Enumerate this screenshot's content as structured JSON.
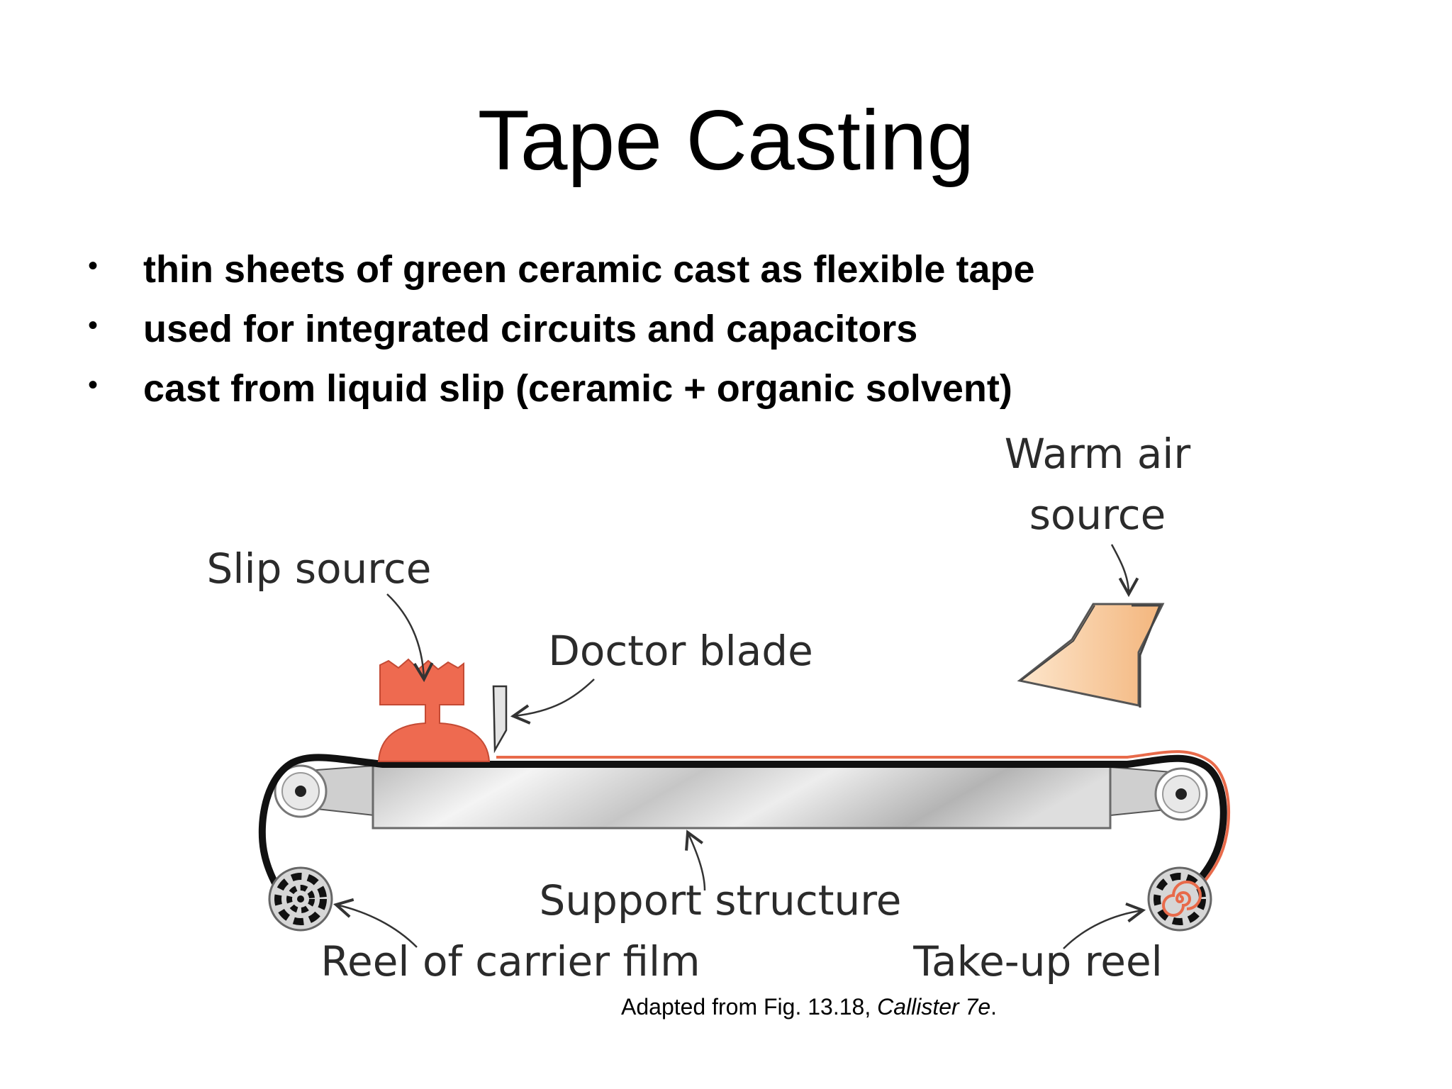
{
  "slide": {
    "title": "Tape Casting",
    "bullets": [
      "thin sheets of green ceramic cast as flexible tape",
      "used for integrated circuits and capacitors",
      "cast from liquid slip (ceramic + organic solvent)"
    ],
    "bullet_glyph": "•"
  },
  "diagram": {
    "labels": {
      "warm_air_line1": "Warm air",
      "warm_air_line2": "source",
      "slip_source": "Slip source",
      "doctor_blade": "Doctor blade",
      "support_structure": "Support structure",
      "reel_carrier_film": "Reel of carrier film",
      "take_up_reel": "Take-up reel"
    },
    "colors": {
      "slip": "#ee6a50",
      "warm_air_nozzle": "#f8c898",
      "support": "#d8d8d8",
      "carrier_film": "#111111",
      "cast_tape": "#e86a4a"
    }
  },
  "caption": {
    "prefix": "Adapted from Fig. 13.18, ",
    "source_italic": "Callister 7e",
    "suffix": "."
  }
}
